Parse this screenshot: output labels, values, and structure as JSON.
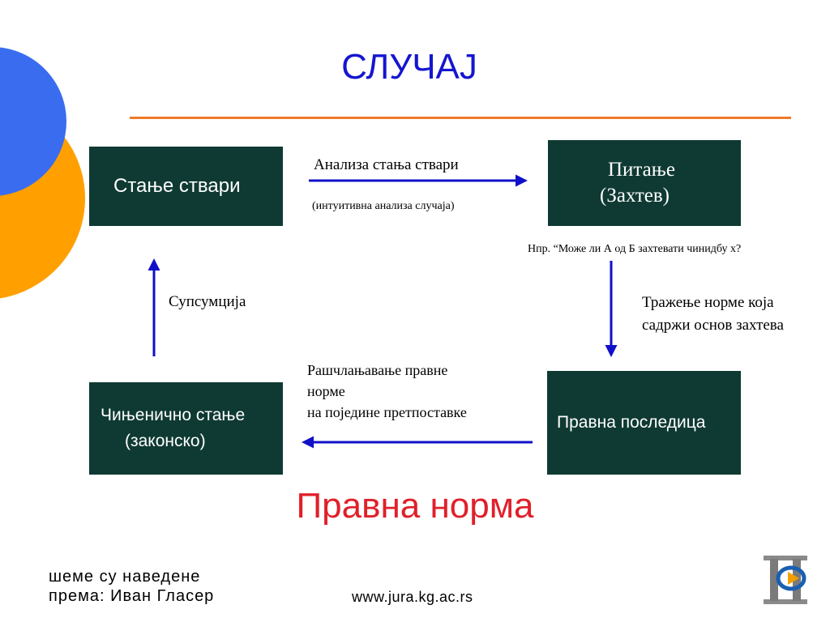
{
  "title": "СЛУЧАЈ",
  "boxes": {
    "stanje_stvari": "Стање ствари",
    "pitanje_line1": "Питање",
    "pitanje_line2": "(Захтев)",
    "cinjenicno_line1": "Чињенично стање",
    "cinjenicno_line2": "(законско)",
    "pravna_posledica": "Правна последица"
  },
  "labels": {
    "analiza": "Анализа стања ствари",
    "intuitivna": "(интуитивна анализа случаја)",
    "primer": "Нпр. “Може ли А од Б захтевати чинидбу х?",
    "trazenje_line1": "Тражење норме која",
    "trazenje_line2": "садржи основ захтева",
    "rascl_line1": "Рашчлањавање правне",
    "rascl_line2": "норме",
    "rascl_line3": "на поједине претпоставке",
    "supsumcija": "Супсумција"
  },
  "pravna_norma": "Правна норма",
  "footer": {
    "credit_line1": "шеме су наведене",
    "credit_line2": "према: Иван Гласер",
    "url": "www.jura.kg.ac.rs"
  },
  "colors": {
    "title": "#1515d0",
    "accent_rule": "#f07a2a",
    "box": "#0f3a33",
    "arrow": "#1010c8",
    "norma": "#e0202a"
  }
}
